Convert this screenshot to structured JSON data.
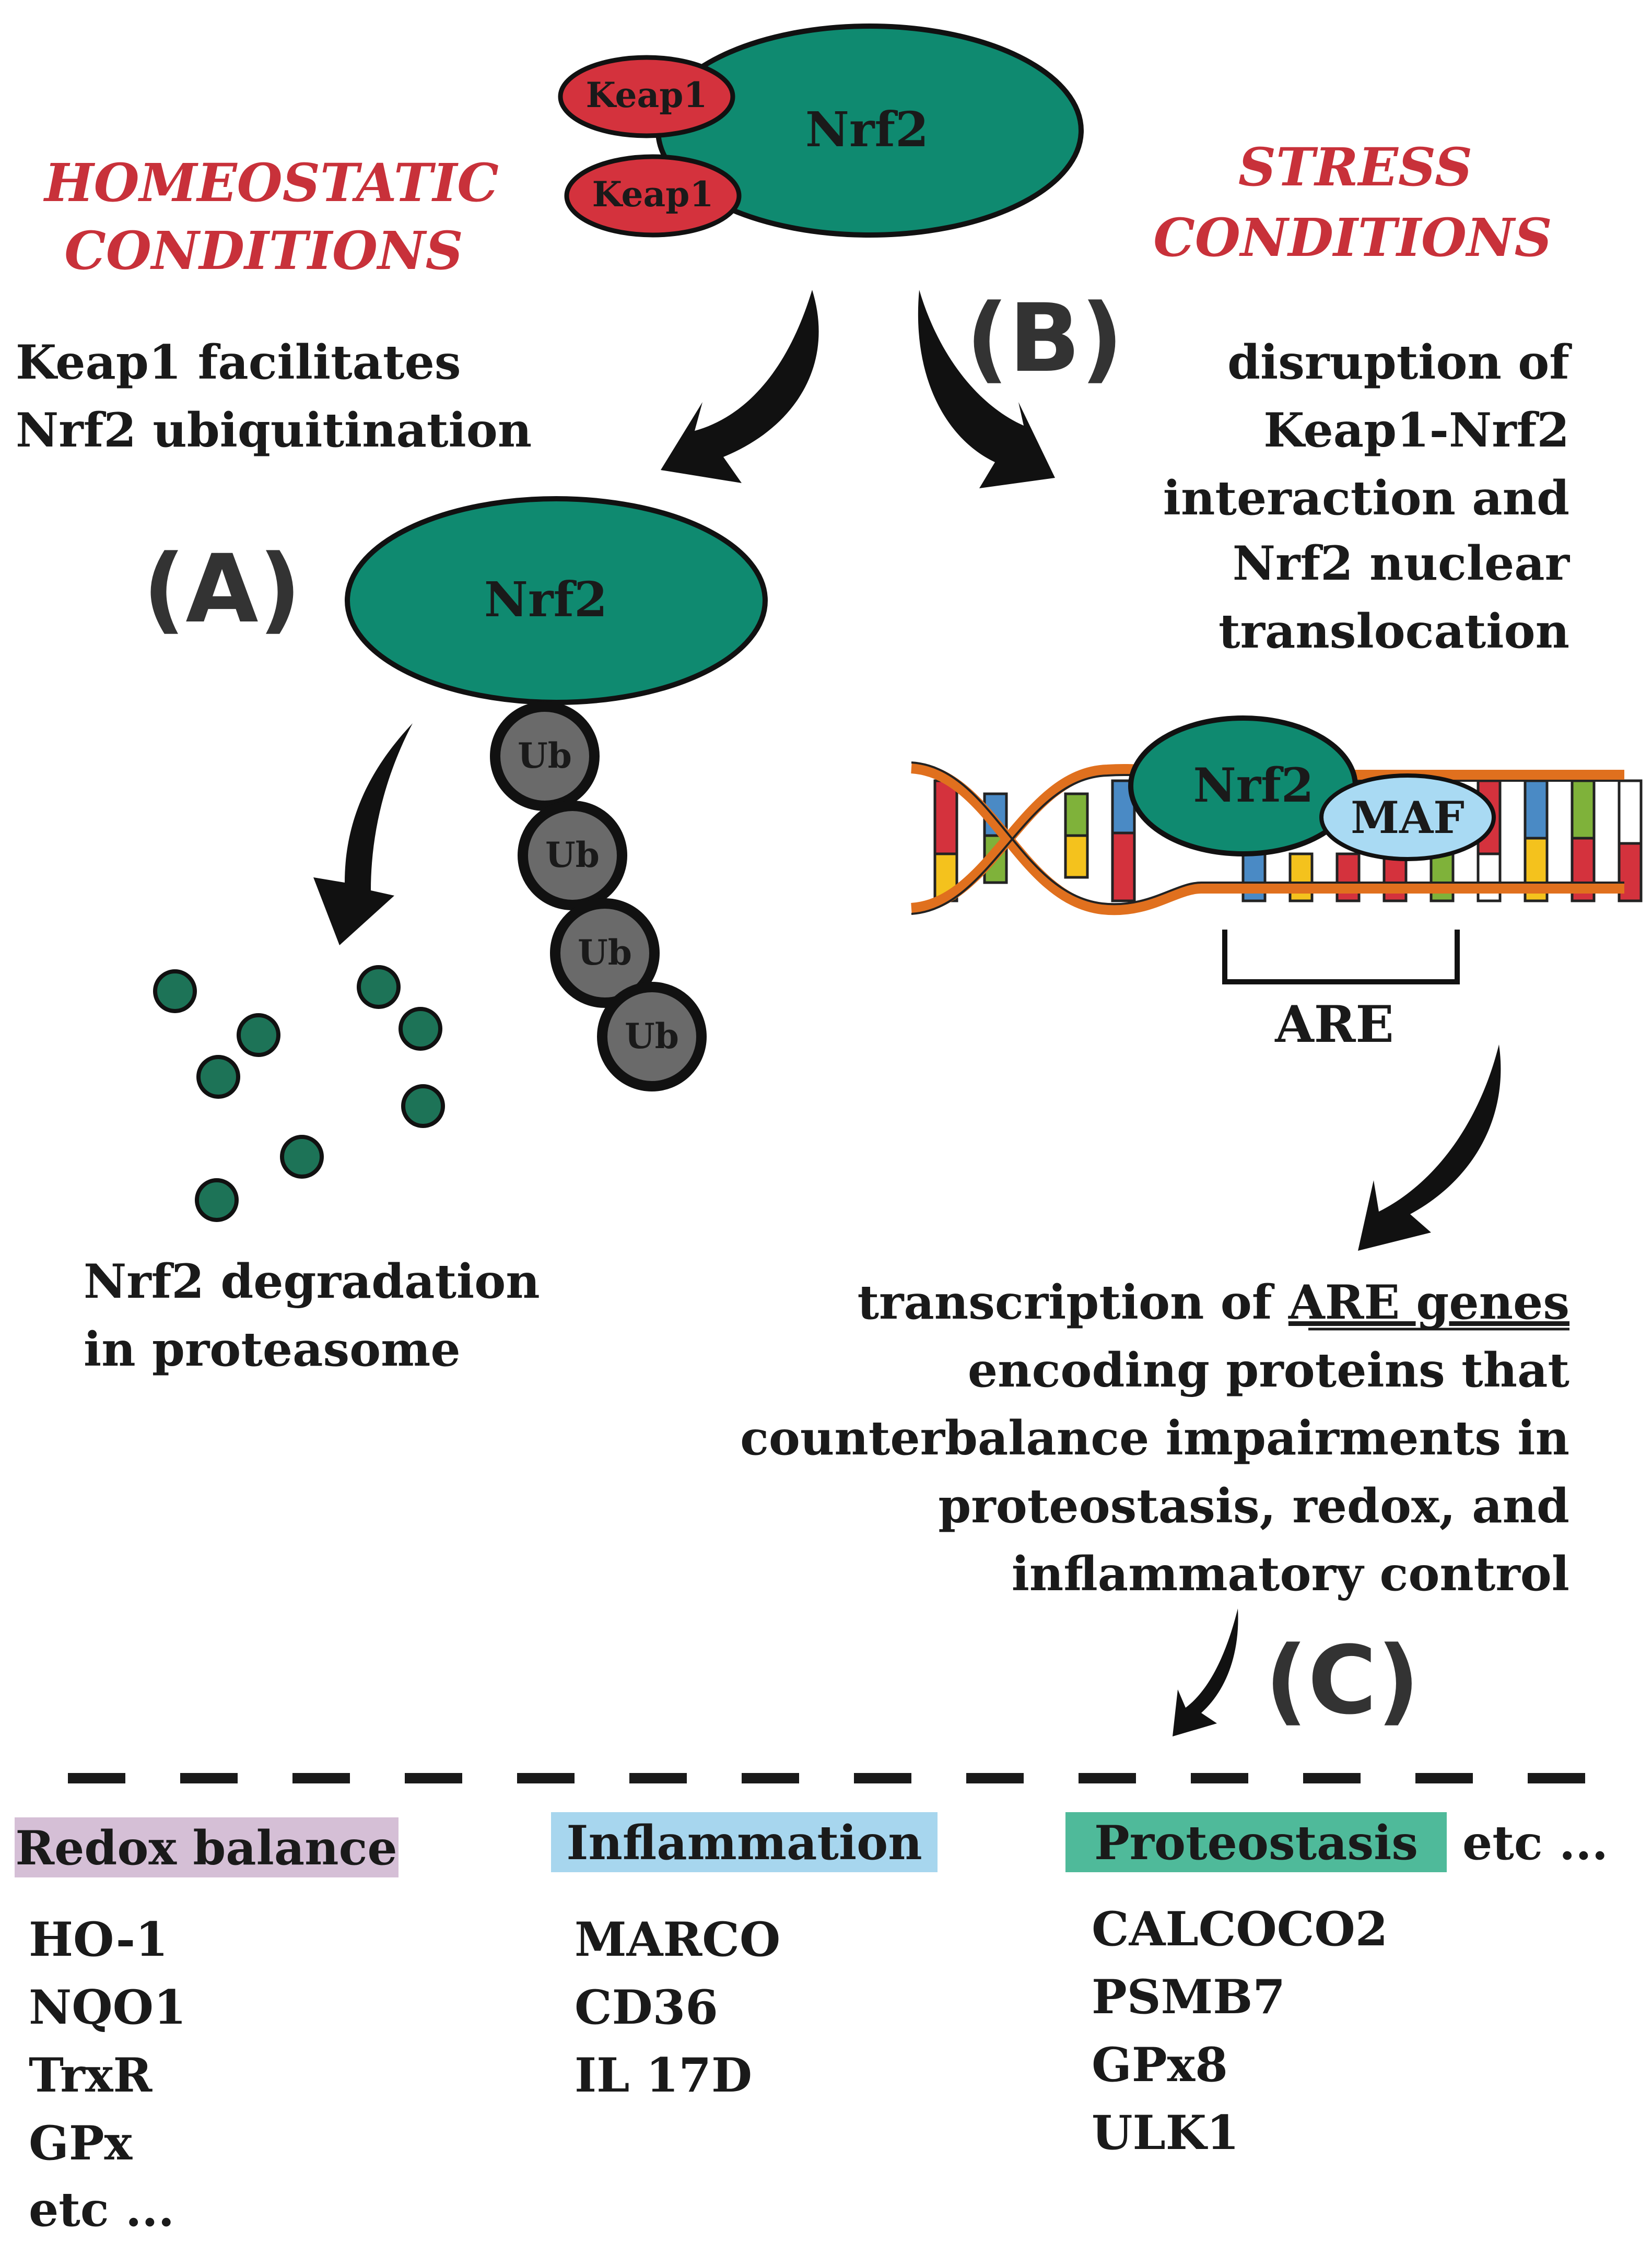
{
  "conditions": {
    "homeostatic": [
      "HOMEOSTATIC",
      "CONDITIONS"
    ],
    "stress": [
      "STRESS",
      "CONDITIONS"
    ]
  },
  "complex": {
    "keap1_top": "Keap1",
    "keap1_bottom": "Keap1",
    "nrf2": "Nrf2"
  },
  "panels": {
    "a": "(A)",
    "b": "(B)",
    "c": "(C)"
  },
  "homeostatic_text": [
    "Keap1 facilitates",
    "Nrf2 ubiquitination"
  ],
  "stress_text": [
    "disruption of",
    "Keap1-Nrf2",
    "interaction and",
    "Nrf2 nuclear",
    "translocation"
  ],
  "ubiquitinated": {
    "nrf2": "Nrf2",
    "ub": [
      "Ub",
      "Ub",
      "Ub",
      "Ub"
    ]
  },
  "degradation_text": [
    "Nrf2 degradation",
    "in proteasome"
  ],
  "dna": {
    "nrf2": "Nrf2",
    "maf": "MAF",
    "are": "ARE"
  },
  "transcription_text": {
    "line1_prefix": "transcription of ",
    "line1_link": "ARE genes",
    "lines": [
      "encoding proteins that",
      "counterbalance impairments in",
      "proteostasis, redox, and",
      "inflammatory control"
    ]
  },
  "categories": [
    {
      "title": "Redox balance",
      "color": "#d5bfd6",
      "genes": [
        "HO-1",
        "NQO1",
        "TrxR",
        "GPx",
        "etc ..."
      ]
    },
    {
      "title": "Inflammation",
      "color": "#a7d6ee",
      "genes": [
        "MARCO",
        "CD36",
        "IL 17D"
      ]
    },
    {
      "title": "Proteostasis",
      "color": "#4fba9a",
      "genes": [
        "CALCOCO2",
        "PSMB7",
        "GPx8",
        "ULK1"
      ]
    }
  ],
  "categories_etc": "etc ...",
  "colors": {
    "nrf2": "#0f8a70",
    "keap1": "#d4323d",
    "ub": "#6a6a6a",
    "maf": "#a9daf3",
    "condition_text": "#c8313a",
    "dna_backbone": "#e0701e"
  }
}
